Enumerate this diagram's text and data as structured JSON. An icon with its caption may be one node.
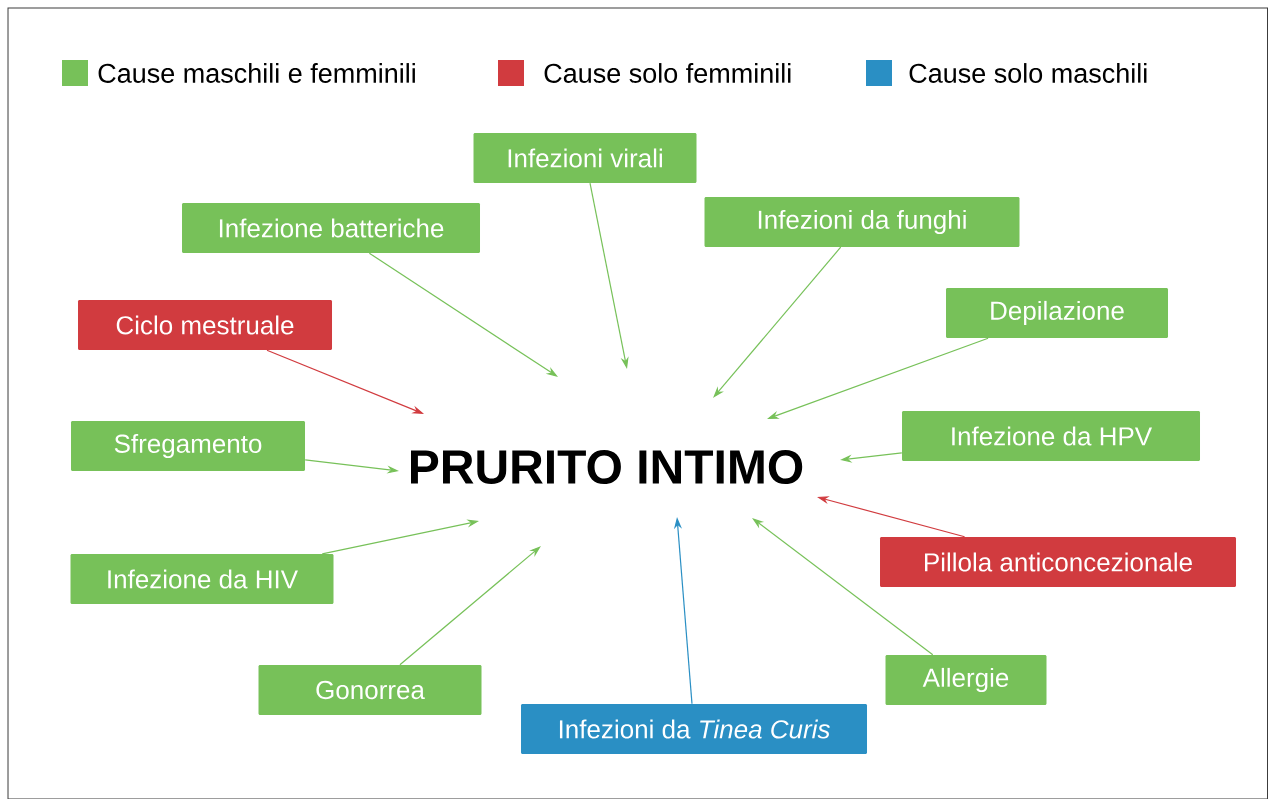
{
  "diagram": {
    "nodes": [
      {
        "text": [
          "PRURITO INTIMO"
        ]
      },
      {
        "text": [
          "Infezioni virali"
        ]
      },
      {
        "text": [
          "Infezioni da funghi"
        ]
      },
      {
        "text": [
          "Infezione batteriche"
        ]
      },
      {
        "text": [
          "Depilazione"
        ]
      },
      {
        "text": [
          "Ciclo mestruale"
        ]
      },
      {
        "text": [
          "Infezione da HPV"
        ]
      },
      {
        "text": [
          "Sfregamento"
        ]
      },
      {
        "text": [
          "Pillola anticoncezionale"
        ]
      },
      {
        "text": [
          "Infezione da HIV"
        ]
      },
      {
        "text": [
          "Allergie"
        ]
      },
      {
        "text": [
          "Gonorrea"
        ]
      },
      {
        "text": [
          "Infezioni da *Tinea Curis*"
        ]
      }
    ],
    "edges": [
      {
        "from": 1,
        "to": 0,
        "arrow": "to"
      },
      {
        "from": 2,
        "to": 0,
        "arrow": "to"
      },
      {
        "from": 3,
        "to": 0,
        "arrow": "to"
      },
      {
        "from": 4,
        "to": 0,
        "arrow": "to"
      },
      {
        "from": 5,
        "to": 0,
        "arrow": "to",
        "color": "#d13b3f"
      },
      {
        "from": 6,
        "to": 0,
        "arrow": "to"
      },
      {
        "from": 7,
        "to": 0,
        "arrow": "to"
      },
      {
        "from": 8,
        "to": 0,
        "arrow": "to",
        "color": "#d13b3f"
      },
      {
        "from": 9,
        "to": 0,
        "arrow": "to"
      },
      {
        "from": 10,
        "to": 0,
        "arrow": "to"
      },
      {
        "from": 11,
        "to": 0,
        "arrow": "to"
      },
      {
        "from": 12,
        "to": 0,
        "arrow": "to",
        "color": "#2a8fc4"
      }
    ],
    "legend": [
      {
        "text": "Cause maschili e femminili",
        "color": "#77c159"
      },
      {
        "text": "Cause solo femminili",
        "color": "#d13b3f"
      },
      {
        "text": "Cause solo maschili",
        "color": "#2a8fc4"
      }
    ]
  }
}
